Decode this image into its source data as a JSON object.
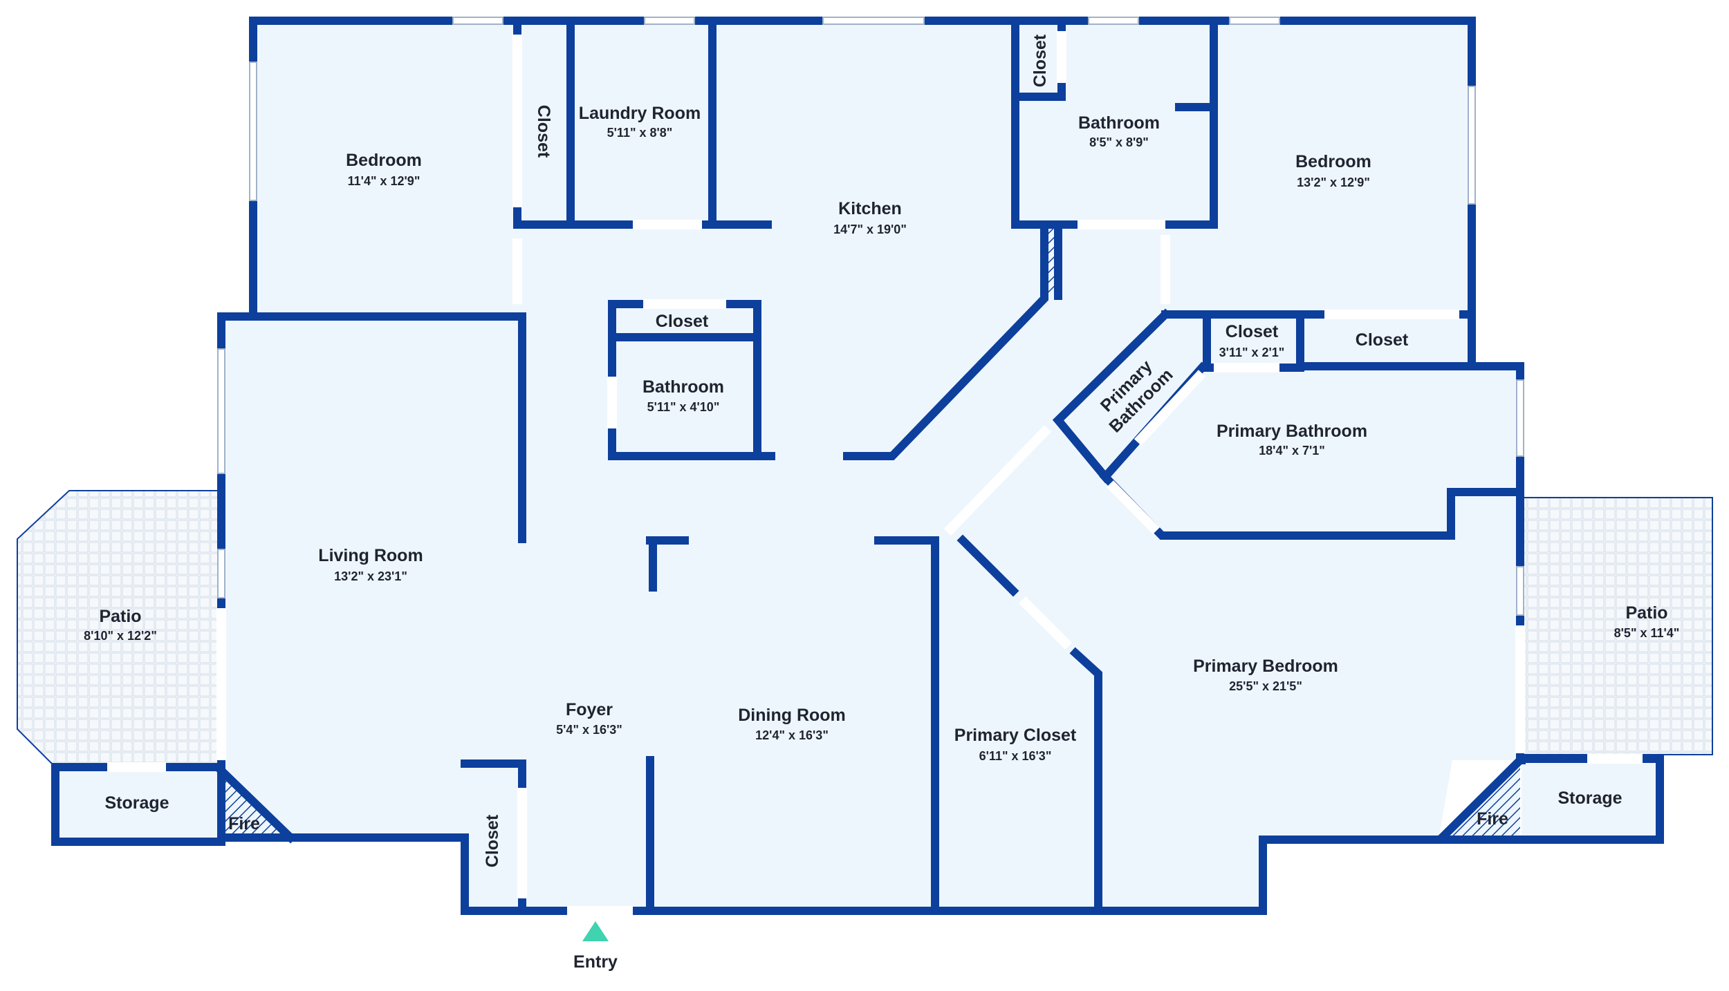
{
  "rooms": {
    "bedroom_left": {
      "name": "Bedroom",
      "dim": "11'4\" x 12'9\""
    },
    "closet_bed_left": {
      "name": "Closet"
    },
    "laundry": {
      "name": "Laundry Room",
      "dim": "5'11\" x 8'8\""
    },
    "kitchen": {
      "name": "Kitchen",
      "dim": "14'7\" x 19'0\""
    },
    "closet_bath_top": {
      "name": "Closet"
    },
    "bathroom_top": {
      "name": "Bathroom",
      "dim": "8'5\" x 8'9\""
    },
    "bedroom_right": {
      "name": "Bedroom",
      "dim": "13'2\" x 12'9\""
    },
    "closet_center": {
      "name": "Closet"
    },
    "bathroom_center": {
      "name": "Bathroom",
      "dim": "5'11\" x 4'10\""
    },
    "closet_small": {
      "name": "Closet",
      "dim": "3'11\" x 2'1\""
    },
    "closet_right": {
      "name": "Closet"
    },
    "primary_bath_diag": {
      "name_line1": "Primary",
      "name_line2": "Bathroom"
    },
    "primary_bathroom": {
      "name": "Primary Bathroom",
      "dim": "18'4\" x 7'1\""
    },
    "living_room": {
      "name": "Living Room",
      "dim": "13'2\" x 23'1\""
    },
    "patio_left": {
      "name": "Patio",
      "dim": "8'10\" x 12'2\""
    },
    "patio_right": {
      "name": "Patio",
      "dim": "8'5\" x 11'4\""
    },
    "foyer": {
      "name": "Foyer",
      "dim": "5'4\" x 16'3\""
    },
    "dining_room": {
      "name": "Dining Room",
      "dim": "12'4\" x 16'3\""
    },
    "primary_closet": {
      "name": "Primary Closet",
      "dim": "6'11\" x 16'3\""
    },
    "primary_bedroom": {
      "name": "Primary Bedroom",
      "dim": "25'5\" x 21'5\""
    },
    "storage_left": {
      "name": "Storage"
    },
    "storage_right": {
      "name": "Storage"
    },
    "fire_left": {
      "name": "Fire"
    },
    "fire_right": {
      "name": "Fire"
    },
    "closet_foyer": {
      "name": "Closet"
    }
  },
  "entry": {
    "label": "Entry"
  },
  "colors": {
    "wall": "#0d3f9c",
    "floor": "#eef6fd",
    "entry_marker": "#3fd3b0"
  }
}
